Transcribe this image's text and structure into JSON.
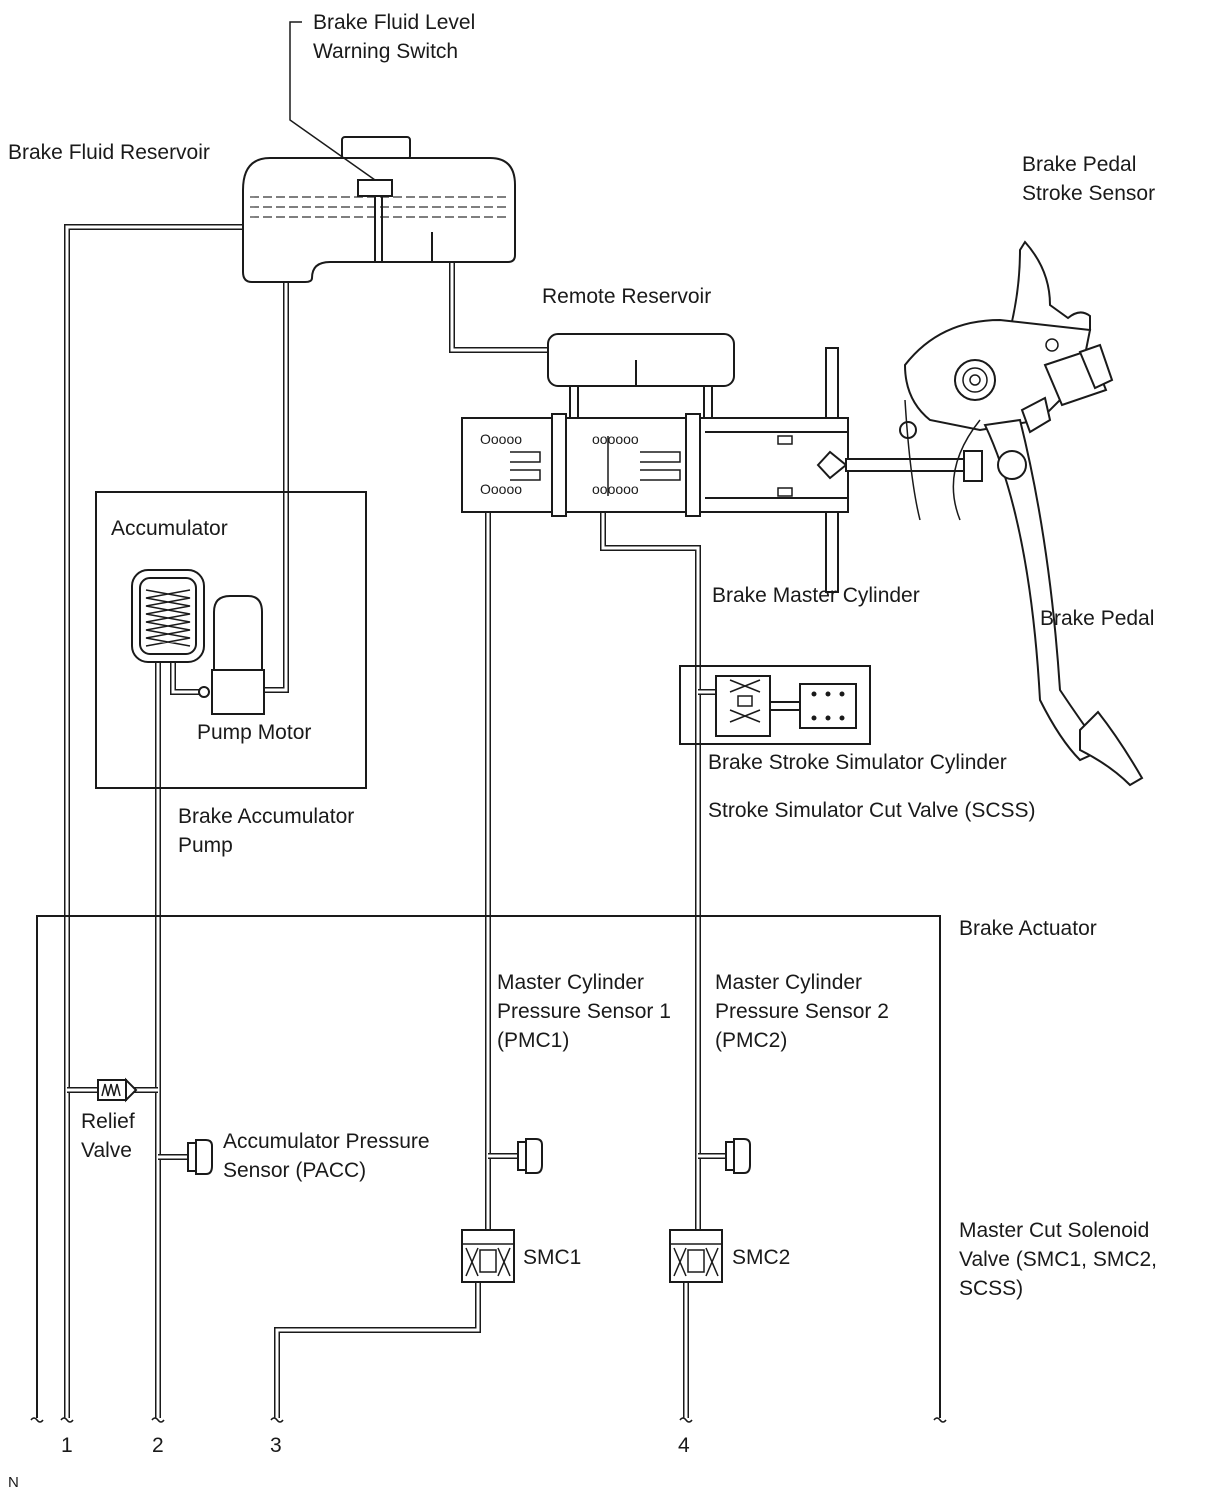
{
  "labels": {
    "brake_fluid_level_warning_switch": [
      "Brake Fluid Level",
      "Warning Switch"
    ],
    "brake_fluid_reservoir": "Brake Fluid Reservoir",
    "brake_pedal_stroke_sensor": [
      "Brake Pedal",
      "Stroke Sensor"
    ],
    "remote_reservoir": "Remote Reservoir",
    "accumulator": "Accumulator",
    "brake_master_cylinder": "Brake Master Cylinder",
    "brake_pedal": "Brake Pedal",
    "pump_motor": "Pump Motor",
    "brake_stroke_simulator_cylinder": "Brake Stroke Simulator Cylinder",
    "brake_accumulator_pump": [
      "Brake Accumulator",
      "Pump"
    ],
    "stroke_simulator_cut_valve": "Stroke Simulator Cut Valve (SCSS)",
    "brake_actuator": "Brake Actuator",
    "pmc1": [
      "Master Cylinder",
      "Pressure Sensor 1",
      "(PMC1)"
    ],
    "pmc2": [
      "Master Cylinder",
      "Pressure Sensor 2",
      "(PMC2)"
    ],
    "relief_valve": [
      "Relief",
      "Valve"
    ],
    "pacc": [
      "Accumulator Pressure",
      "Sensor (PACC)"
    ],
    "master_cut_solenoid_valve": [
      "Master Cut Solenoid",
      "Valve (SMC1, SMC2,",
      "SCSS)"
    ],
    "smc1": "SMC1",
    "smc2": "SMC2"
  },
  "ports": [
    "1",
    "2",
    "3",
    "4"
  ],
  "corner_mark": "N"
}
